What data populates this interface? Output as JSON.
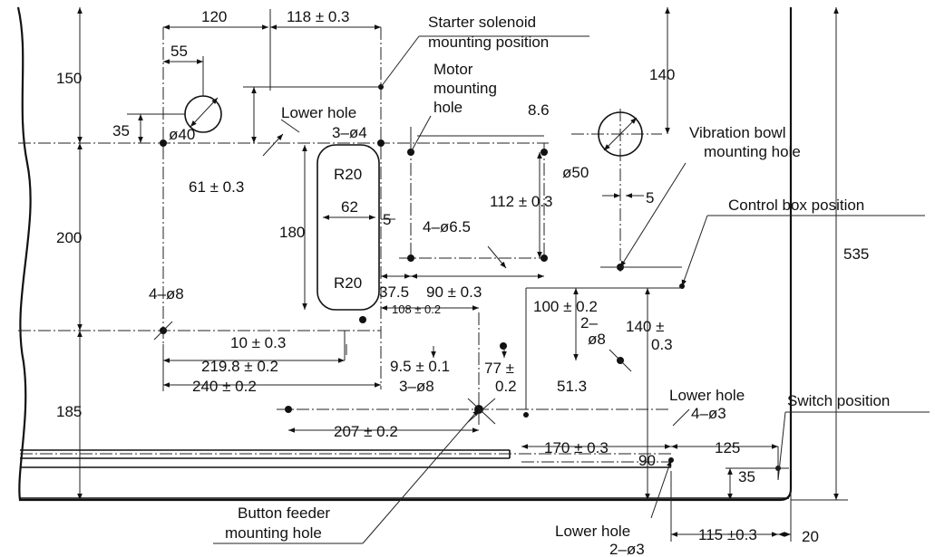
{
  "labels": {
    "starter_1": "Starter solenoid",
    "starter_2": "mounting position",
    "motor_1": "Motor",
    "motor_2": "mounting",
    "motor_3": "hole",
    "lower_hole": "Lower hole",
    "three_d4": "3–ø4",
    "vib_1": "Vibration bowl",
    "vib_2": "mounting hole",
    "control_box": "Control box position",
    "lower_hole2_1": "Lower hole",
    "lower_hole2_2": "4–ø3",
    "switch_pos": "Switch position",
    "button_1": "Button feeder",
    "button_2": "mounting hole",
    "lower_hole3_1": "Lower hole",
    "lower_hole3_2": "2–ø3"
  },
  "dims": {
    "d120": "120",
    "d118": "118 ± 0.3",
    "d55": "55",
    "d150": "150",
    "d35a": "35",
    "d40": "ø40",
    "d61": "61 ± 0.3",
    "dR20a": "R20",
    "d62": "62",
    "d180": "180",
    "d5a": "5",
    "dR20b": "R20",
    "d200": "200",
    "d4d8": "4–ø8",
    "d8_6": "8.6",
    "d4d65": "4–ø6.5",
    "d112": "112 ± 0.3",
    "d140a": "140",
    "d50": "ø50",
    "d5b": "5",
    "d535": "535",
    "d37_5": "37.5",
    "d90": "90 ± 0.3",
    "d108": "108 ± 0.2",
    "d100": "100 ± 0.2",
    "d2d8a": "2–",
    "d2d8b": "ø8",
    "d140b_1": "140 ±",
    "d140b_2": "0.3",
    "d10": "10 ± 0.3",
    "d219": "219.8 ± 0.2",
    "d240": "240 ± 0.2",
    "d9_5": "9.5 ± 0.1",
    "d3d8": "3–ø8",
    "d77_1": "77 ±",
    "d77_2": "0.2",
    "d51_3": "51.3",
    "d185": "185",
    "d207": "207 ± 0.2",
    "d170": "170 ± 0.3",
    "d90b": "90",
    "d125": "125",
    "d35b": "35",
    "d115": "115 ±0.3",
    "d20": "20"
  }
}
